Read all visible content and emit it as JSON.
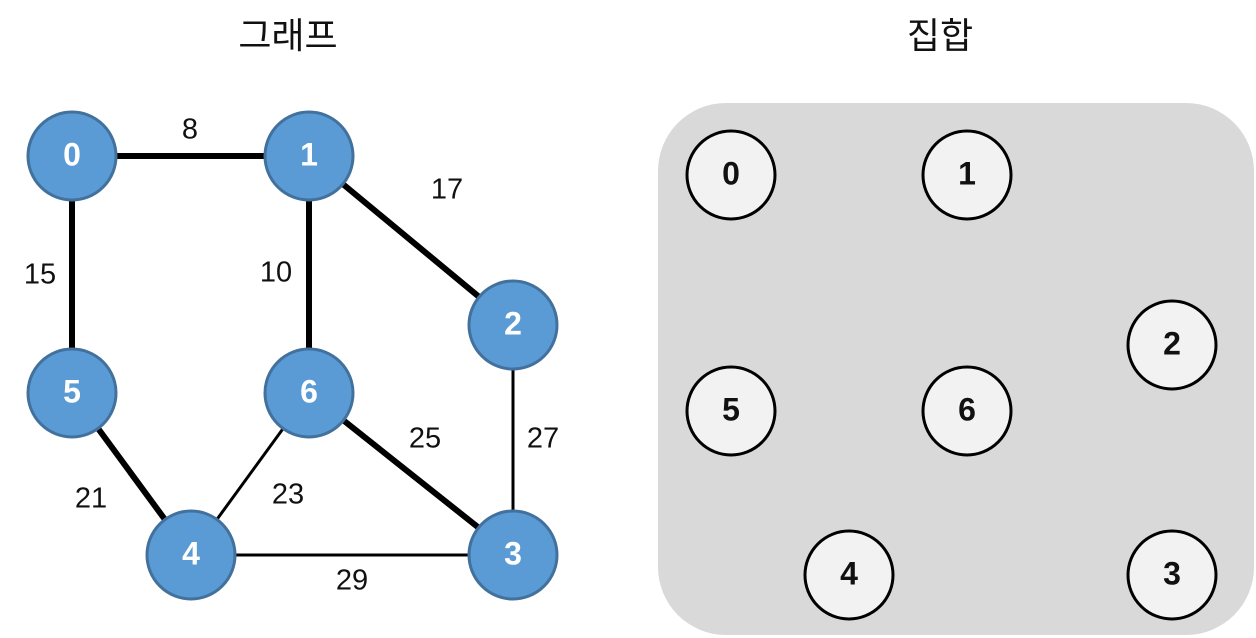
{
  "titles": {
    "graph": "그래프",
    "set": "집합"
  },
  "colors": {
    "node_fill": "#5b9bd5",
    "node_stroke": "#41719c",
    "set_bg": "#d9d9d9",
    "set_node_fill": "#f2f2f2",
    "edge": "#000000"
  },
  "graph": {
    "nodes": [
      {
        "id": "0",
        "label": "0"
      },
      {
        "id": "1",
        "label": "1"
      },
      {
        "id": "2",
        "label": "2"
      },
      {
        "id": "3",
        "label": "3"
      },
      {
        "id": "4",
        "label": "4"
      },
      {
        "id": "5",
        "label": "5"
      },
      {
        "id": "6",
        "label": "6"
      }
    ],
    "edges": [
      {
        "from": "0",
        "to": "1",
        "weight": "8",
        "emphasis": "thick"
      },
      {
        "from": "1",
        "to": "2",
        "weight": "17",
        "emphasis": "thick"
      },
      {
        "from": "0",
        "to": "5",
        "weight": "15",
        "emphasis": "thick"
      },
      {
        "from": "1",
        "to": "6",
        "weight": "10",
        "emphasis": "thick"
      },
      {
        "from": "5",
        "to": "4",
        "weight": "21",
        "emphasis": "thick"
      },
      {
        "from": "6",
        "to": "4",
        "weight": "23",
        "emphasis": "thin"
      },
      {
        "from": "6",
        "to": "3",
        "weight": "25",
        "emphasis": "thick"
      },
      {
        "from": "2",
        "to": "3",
        "weight": "27",
        "emphasis": "thin"
      },
      {
        "from": "4",
        "to": "3",
        "weight": "29",
        "emphasis": "thin"
      }
    ]
  },
  "set": {
    "elements": [
      {
        "label": "0"
      },
      {
        "label": "1"
      },
      {
        "label": "2"
      },
      {
        "label": "5"
      },
      {
        "label": "6"
      },
      {
        "label": "4"
      },
      {
        "label": "3"
      }
    ]
  }
}
